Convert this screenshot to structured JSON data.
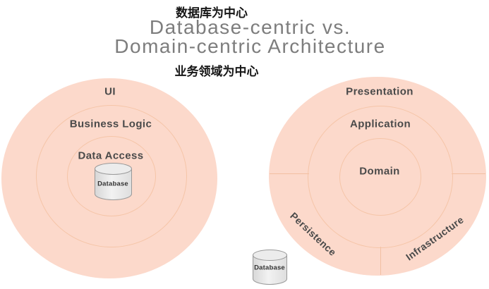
{
  "header": {
    "db_centric_cn": "数据库为中心",
    "title_line1": "Database-centric vs.",
    "title_line2": "Domain-centric Architecture",
    "domain_centric_cn": "业务领域为中心"
  },
  "left_diagram": {
    "outer_label": "UI",
    "middle_label": "Business Logic",
    "inner_label": "Data Access",
    "database_label": "Database"
  },
  "right_diagram": {
    "outer_label": "Presentation",
    "middle_label": "Application",
    "inner_label": "Domain",
    "sector_left_label": "Persistence",
    "sector_right_label": "Infrastructure",
    "database_label": "Database"
  },
  "colors": {
    "circle_fill": "#fcd9cb",
    "ring_line": "#f5c5a8",
    "layer_text": "#4a4a4a",
    "title_text": "#7d7d7d",
    "cn_text": "#161616",
    "cylinder_fill": "#e9e9e9",
    "cylinder_stroke": "#999999"
  }
}
